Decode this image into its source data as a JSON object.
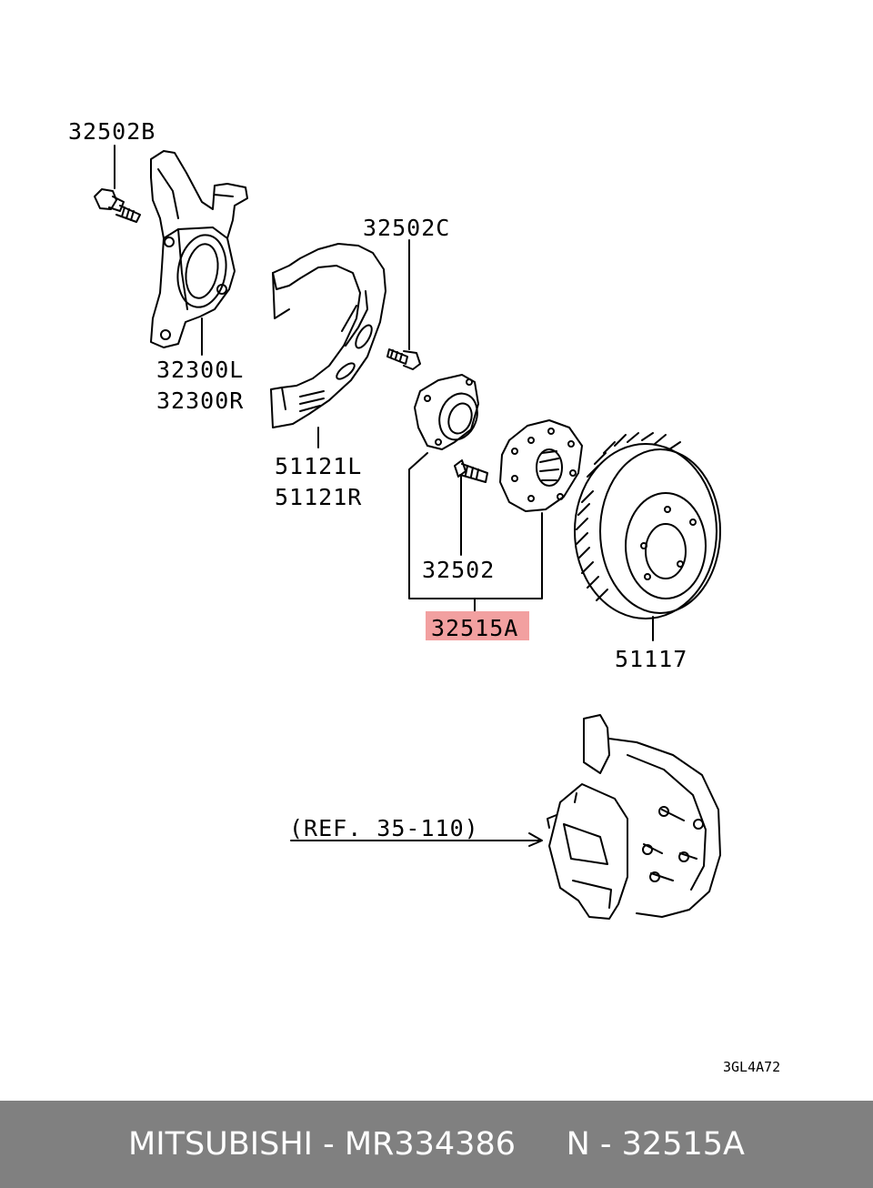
{
  "labels": {
    "bolt_top": "32502B",
    "knuckle_l": "32300L",
    "knuckle_r": "32300R",
    "bolt_mid": "32502C",
    "shield_l": "51121L",
    "shield_r": "51121R",
    "stud": "32502",
    "hub_assy": "32515A",
    "rotor": "51117",
    "ref": "(REF. 35-110)",
    "drawing_code": "3GL4A72"
  },
  "highlight_color": "#f2a0a0",
  "footer": {
    "text": "MITSUBISHI - MR334386     N - 32515A"
  }
}
